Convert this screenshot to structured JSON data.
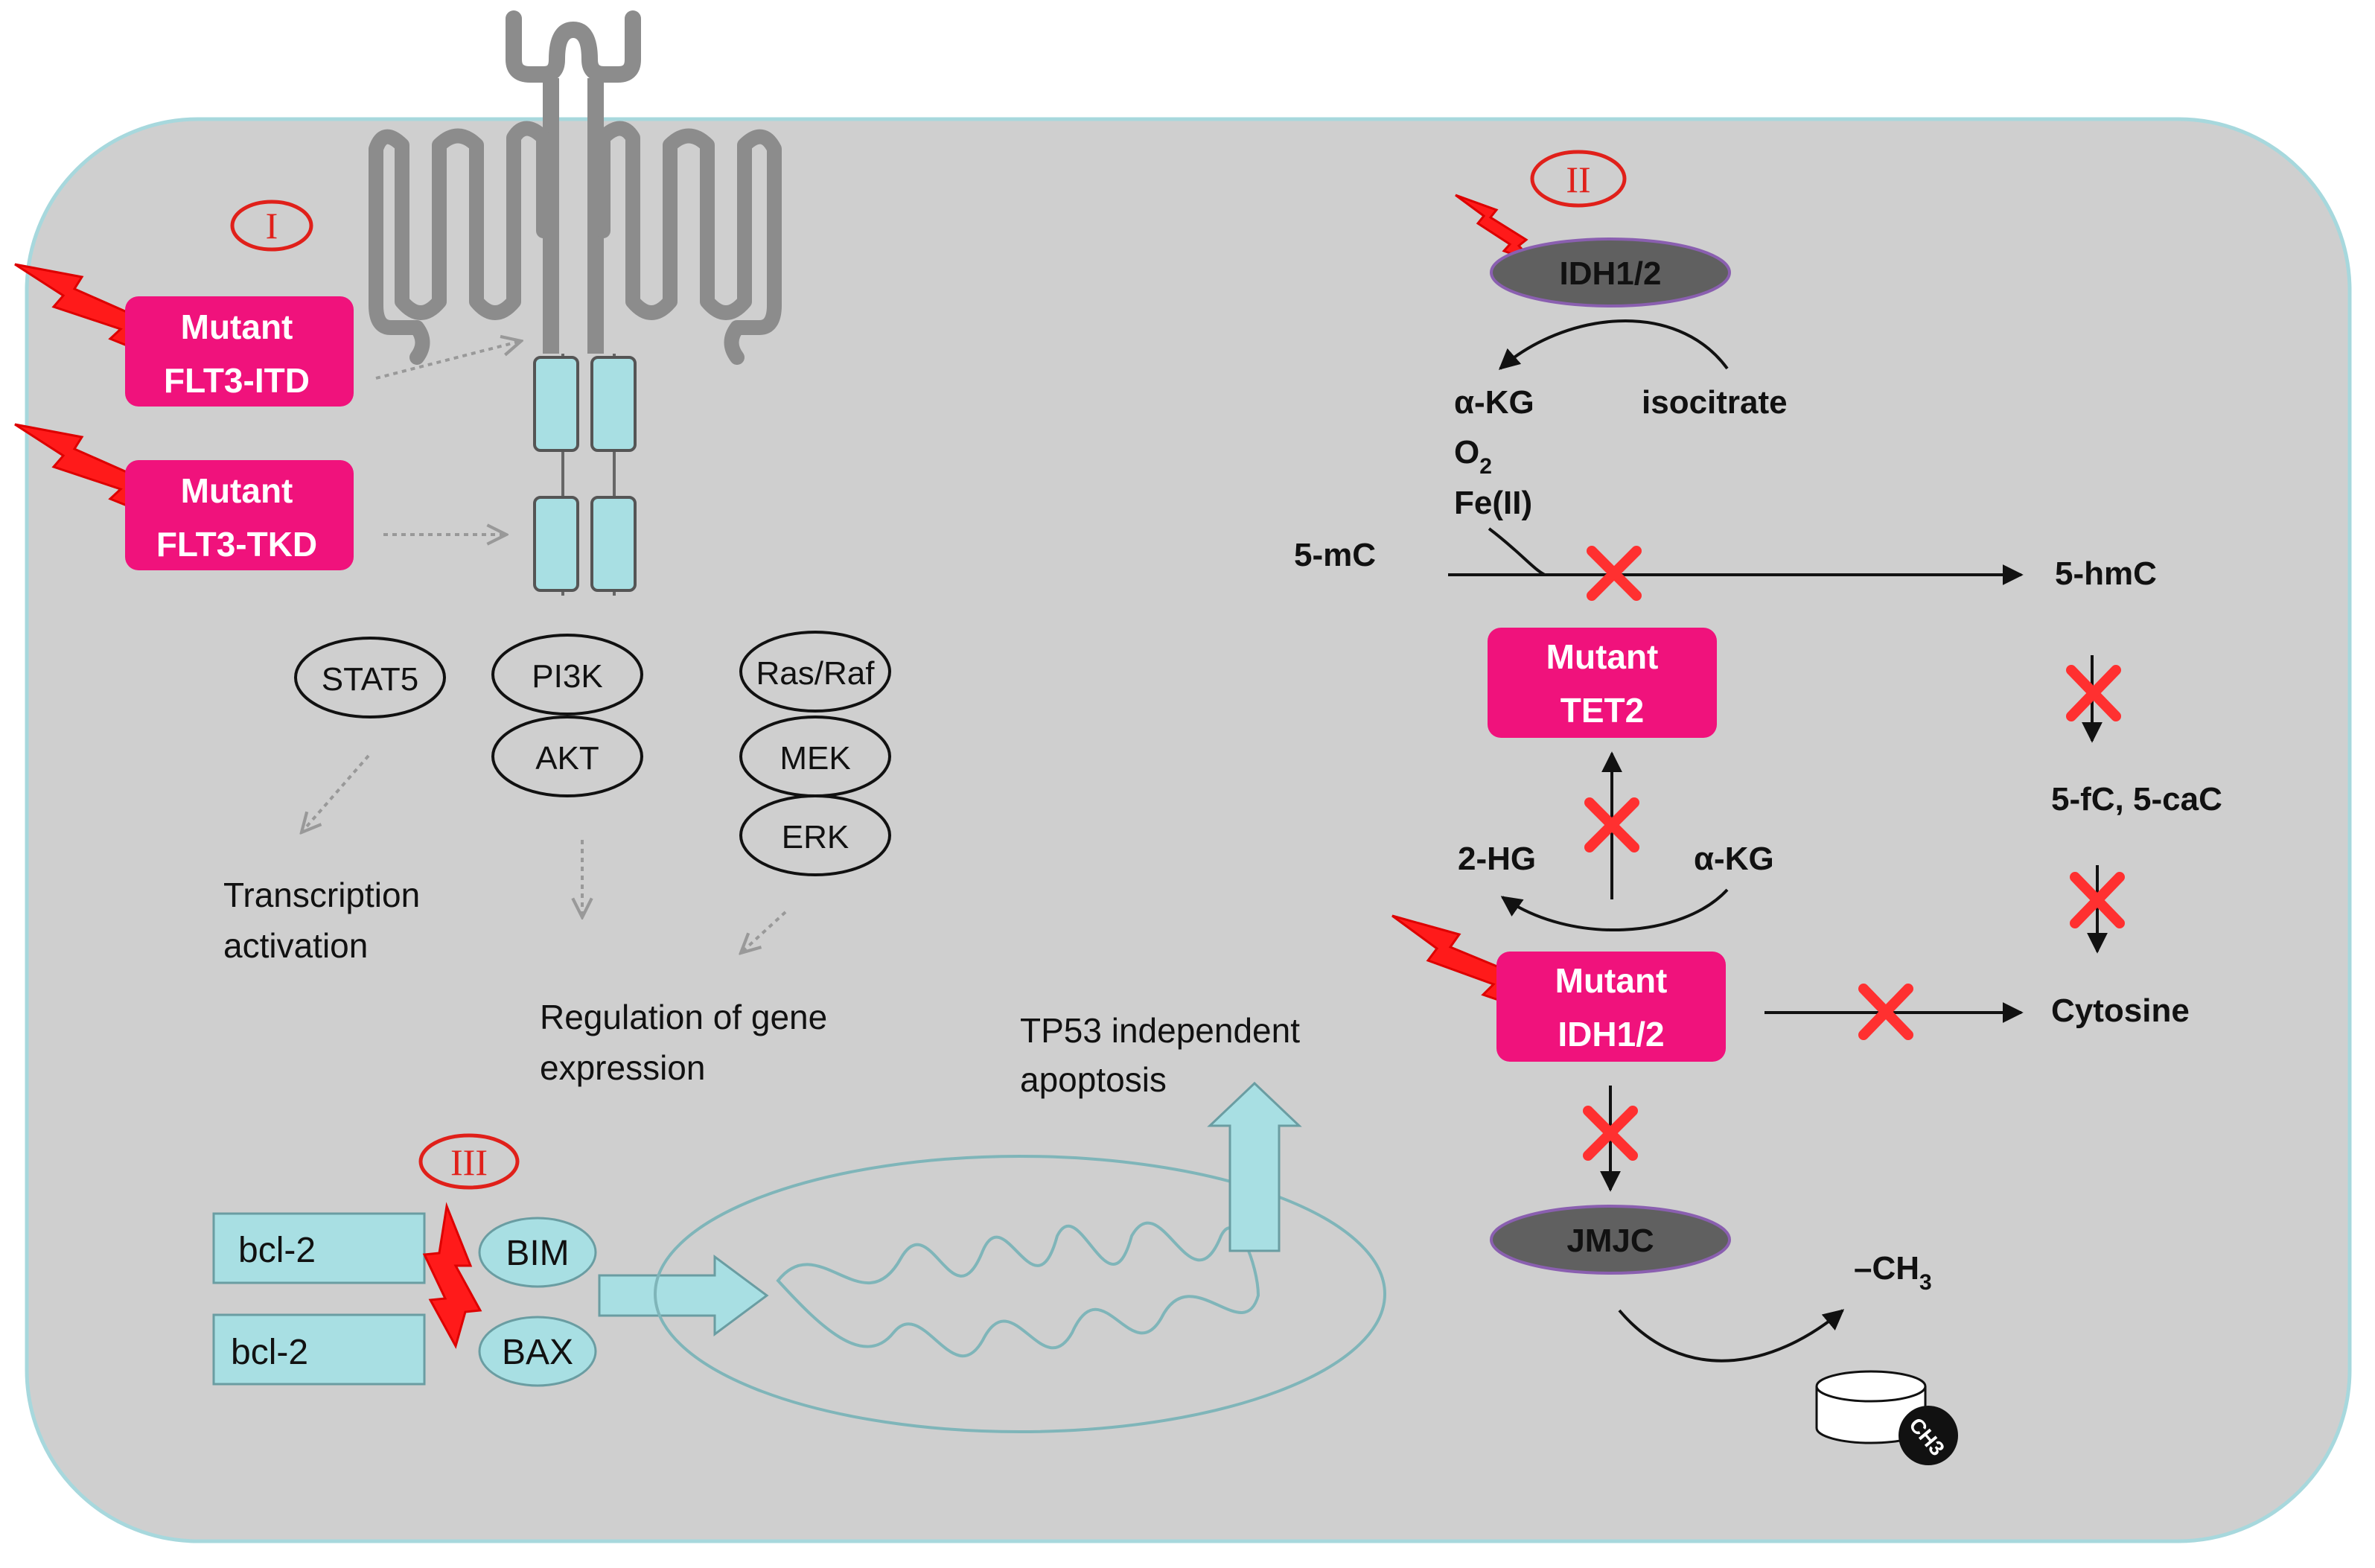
{
  "colors": {
    "cell_fill": "#cfcfcf",
    "cell_border": "#a7d8dd",
    "mutant_pink": "#f0127c",
    "cyan_box": "#a8dfe3",
    "lightning_red": "#ff1a1a",
    "cross_red": "#ff3030",
    "roman_red": "#e0201a",
    "receptor_gray": "#8c8c8c",
    "enzyme_dark": "#606060"
  },
  "section_I": {
    "roman": "I",
    "mutant_itd": {
      "line1": "Mutant",
      "line2": "FLT3-ITD"
    },
    "mutant_tkd": {
      "line1": "Mutant",
      "line2": "FLT3-TKD"
    },
    "stat5": "STAT5",
    "pi3k": "PI3K",
    "akt": "AKT",
    "rasraf": "Ras/Raf",
    "mek": "MEK",
    "erk": "ERK",
    "transcription": {
      "line1": "Transcription",
      "line2": "activation"
    },
    "regulation": {
      "line1": "Regulation of gene",
      "line2": "expression"
    }
  },
  "section_II": {
    "roman": "II",
    "idh_top": "IDH1/2",
    "akg_top": "α-KG",
    "isocitrate": "isocitrate",
    "o2": "O",
    "o2_sub": "2",
    "fe": "Fe(II)",
    "mc": "5-mC",
    "hmc": "5-hmC",
    "mutant_tet2": {
      "line1": "Mutant",
      "line2": "TET2"
    },
    "fc_cac": "5-fC, 5-caC",
    "hg": "2-HG",
    "akg_mid": "α-KG",
    "mutant_idh": {
      "line1": "Mutant",
      "line2": "IDH1/2"
    },
    "cytosine": "Cytosine",
    "jmjc": "JMJC",
    "ch3": "–CH",
    "ch3_sub": "3",
    "ch3_badge": "CH3"
  },
  "section_III": {
    "roman": "III",
    "bcl2_a": "bcl-2",
    "bcl2_b": "bcl-2",
    "bim": "BIM",
    "bax": "BAX",
    "tp53": {
      "line1": "TP53 independent",
      "line2": "apoptosis"
    }
  }
}
